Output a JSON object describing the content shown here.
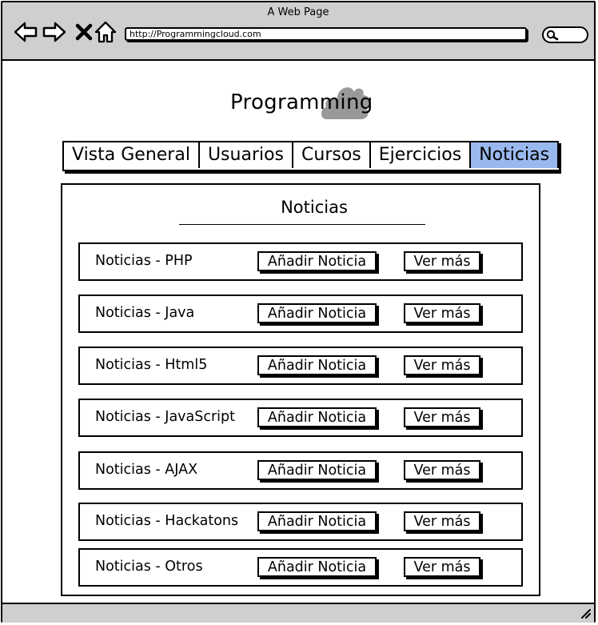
{
  "window": {
    "title": "A Web Page",
    "url": "http://Programmingcloud.com"
  },
  "logo": {
    "text": "Programming"
  },
  "tabs": [
    {
      "label": "Vista General",
      "active": false
    },
    {
      "label": "Usuarios",
      "active": false
    },
    {
      "label": "Cursos",
      "active": false
    },
    {
      "label": "Ejercicios",
      "active": false
    },
    {
      "label": "Noticias",
      "active": true
    }
  ],
  "panel": {
    "title": "Noticias",
    "add_label": "Añadir Noticia",
    "more_label": "Ver más",
    "rows": [
      {
        "label": "Noticias - PHP"
      },
      {
        "label": "Noticias - Java"
      },
      {
        "label": "Noticias - Html5"
      },
      {
        "label": "Noticias - JavaScript"
      },
      {
        "label": "Noticias - AJAX"
      },
      {
        "label": "Noticias - Hackatons"
      },
      {
        "label": "Noticias - Otros"
      }
    ]
  },
  "colors": {
    "active_tab": "#99b8ee",
    "chrome": "#cfcfcf",
    "cloud": "#999999"
  },
  "icons": [
    "back-arrow-icon",
    "forward-arrow-icon",
    "close-icon",
    "home-icon",
    "search-icon",
    "cloud-icon",
    "resize-grip-icon"
  ]
}
